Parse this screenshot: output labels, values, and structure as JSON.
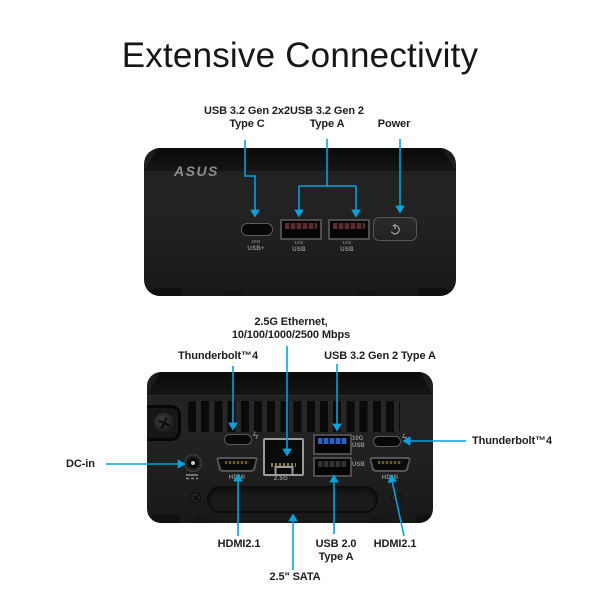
{
  "title": "Extensive Connectivity",
  "accent_color": "#00A3DC",
  "front_view": {
    "brand": "ASUS",
    "callouts": {
      "usb_c_line1": "USB 3.2 Gen 2x2",
      "usb_c_line2": "Type C",
      "usb_a_line1": "USB 3.2 Gen 2",
      "usb_a_line2": "Type A",
      "power": "Power"
    },
    "port_tags": {
      "usb_c_top": "20G",
      "usb_c": "USB+",
      "usb_a1_top": "10G",
      "usb_a1": "USB",
      "usb_a2_top": "10G",
      "usb_a2": "USB"
    }
  },
  "rear_view": {
    "callouts": {
      "thunderbolt_left": "Thunderbolt™4",
      "ethernet_line1": "2.5G Ethernet,",
      "ethernet_line2": "10/100/1000/2500 Mbps",
      "usb32": "USB 3.2 Gen 2 Type A",
      "thunderbolt_right": "Thunderbolt™4",
      "dc_in": "DC-in",
      "hdmi_left": "HDMI2.1",
      "usb20_line1": "USB 2.0",
      "usb20_line2": "Type A",
      "hdmi_right": "HDMI2.1",
      "sata": "2.5\" SATA"
    },
    "port_tags": {
      "thunderbolt_symbol": "ϟ",
      "ethernet": "2.5G",
      "hdmi_left": "HDMI",
      "hdmi_right": "HDMI",
      "usb_blue_top": "10G",
      "usb_blue": "USB",
      "usb_black": "USB"
    }
  }
}
